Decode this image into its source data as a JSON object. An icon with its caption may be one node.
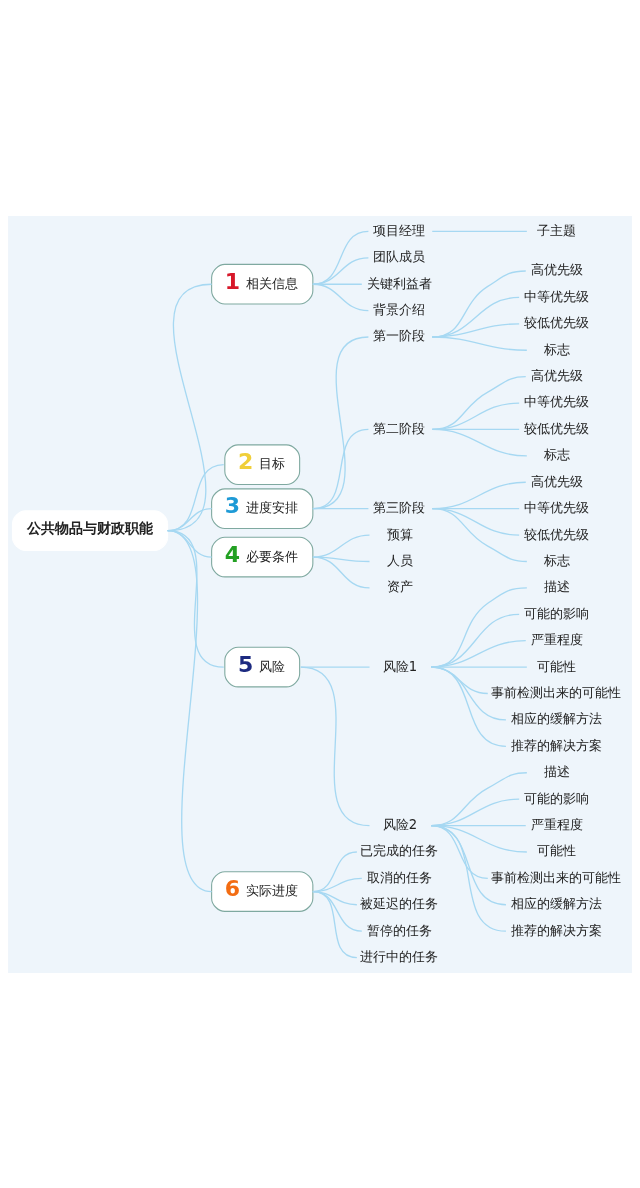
{
  "diagram": {
    "nodes": [
      {
        "text": [
          "公共物品与财政职能"
        ]
      },
      {
        "text": [
          "1",
          "相关信息"
        ]
      },
      {
        "text": [
          "项目经理"
        ]
      },
      {
        "text": [
          "子主题"
        ]
      },
      {
        "text": [
          "团队成员"
        ]
      },
      {
        "text": [
          "关键利益者"
        ]
      },
      {
        "text": [
          "背景介绍"
        ]
      },
      {
        "text": [
          "2",
          "目标"
        ]
      },
      {
        "text": [
          "3",
          "进度安排"
        ]
      },
      {
        "text": [
          "第一阶段"
        ]
      },
      {
        "text": [
          "高优先级"
        ]
      },
      {
        "text": [
          "中等优先级"
        ]
      },
      {
        "text": [
          "较低优先级"
        ]
      },
      {
        "text": [
          "标志"
        ]
      },
      {
        "text": [
          "第二阶段"
        ]
      },
      {
        "text": [
          "高优先级"
        ]
      },
      {
        "text": [
          "中等优先级"
        ]
      },
      {
        "text": [
          "较低优先级"
        ]
      },
      {
        "text": [
          "标志"
        ]
      },
      {
        "text": [
          "第三阶段"
        ]
      },
      {
        "text": [
          "高优先级"
        ]
      },
      {
        "text": [
          "中等优先级"
        ]
      },
      {
        "text": [
          "较低优先级"
        ]
      },
      {
        "text": [
          "标志"
        ]
      },
      {
        "text": [
          "4",
          "必要条件"
        ]
      },
      {
        "text": [
          "预算"
        ]
      },
      {
        "text": [
          "人员"
        ]
      },
      {
        "text": [
          "资产"
        ]
      },
      {
        "text": [
          "5",
          "风险"
        ]
      },
      {
        "text": [
          "风险1"
        ]
      },
      {
        "text": [
          "描述"
        ]
      },
      {
        "text": [
          "可能的影响"
        ]
      },
      {
        "text": [
          "严重程度"
        ]
      },
      {
        "text": [
          "可能性"
        ]
      },
      {
        "text": [
          "事前检测出来的可能性"
        ]
      },
      {
        "text": [
          "相应的缓解方法"
        ]
      },
      {
        "text": [
          "推荐的解决方案"
        ]
      },
      {
        "text": [
          "风险2"
        ]
      },
      {
        "text": [
          "描述"
        ]
      },
      {
        "text": [
          "可能的影响"
        ]
      },
      {
        "text": [
          "严重程度"
        ]
      },
      {
        "text": [
          "可能性"
        ]
      },
      {
        "text": [
          "事前检测出来的可能性"
        ]
      },
      {
        "text": [
          "相应的缓解方法"
        ]
      },
      {
        "text": [
          "推荐的解决方案"
        ]
      },
      {
        "text": [
          "6",
          "实际进度"
        ]
      },
      {
        "text": [
          "已完成的任务"
        ]
      },
      {
        "text": [
          "取消的任务"
        ]
      },
      {
        "text": [
          "被延迟的任务"
        ]
      },
      {
        "text": [
          "暂停的任务"
        ]
      },
      {
        "text": [
          "进行中的任务"
        ]
      }
    ],
    "edges": [
      {
        "from": 0,
        "to": 1,
        "arrow": "none"
      },
      {
        "from": 1,
        "to": 2,
        "arrow": "none"
      },
      {
        "from": 2,
        "to": 3,
        "arrow": "none"
      },
      {
        "from": 1,
        "to": 4,
        "arrow": "none"
      },
      {
        "from": 1,
        "to": 5,
        "arrow": "none"
      },
      {
        "from": 1,
        "to": 6,
        "arrow": "none"
      },
      {
        "from": 0,
        "to": 7,
        "arrow": "none"
      },
      {
        "from": 0,
        "to": 8,
        "arrow": "none"
      },
      {
        "from": 8,
        "to": 9,
        "arrow": "none"
      },
      {
        "from": 9,
        "to": 10,
        "arrow": "none"
      },
      {
        "from": 9,
        "to": 11,
        "arrow": "none"
      },
      {
        "from": 9,
        "to": 12,
        "arrow": "none"
      },
      {
        "from": 9,
        "to": 13,
        "arrow": "none"
      },
      {
        "from": 8,
        "to": 14,
        "arrow": "none"
      },
      {
        "from": 14,
        "to": 15,
        "arrow": "none"
      },
      {
        "from": 14,
        "to": 16,
        "arrow": "none"
      },
      {
        "from": 14,
        "to": 17,
        "arrow": "none"
      },
      {
        "from": 14,
        "to": 18,
        "arrow": "none"
      },
      {
        "from": 8,
        "to": 19,
        "arrow": "none"
      },
      {
        "from": 19,
        "to": 20,
        "arrow": "none"
      },
      {
        "from": 19,
        "to": 21,
        "arrow": "none"
      },
      {
        "from": 19,
        "to": 22,
        "arrow": "none"
      },
      {
        "from": 19,
        "to": 23,
        "arrow": "none"
      },
      {
        "from": 0,
        "to": 24,
        "arrow": "none"
      },
      {
        "from": 24,
        "to": 25,
        "arrow": "none"
      },
      {
        "from": 24,
        "to": 26,
        "arrow": "none"
      },
      {
        "from": 24,
        "to": 27,
        "arrow": "none"
      },
      {
        "from": 0,
        "to": 28,
        "arrow": "none"
      },
      {
        "from": 28,
        "to": 29,
        "arrow": "none"
      },
      {
        "from": 29,
        "to": 30,
        "arrow": "none"
      },
      {
        "from": 29,
        "to": 31,
        "arrow": "none"
      },
      {
        "from": 29,
        "to": 32,
        "arrow": "none"
      },
      {
        "from": 29,
        "to": 33,
        "arrow": "none"
      },
      {
        "from": 29,
        "to": 34,
        "arrow": "none"
      },
      {
        "from": 29,
        "to": 35,
        "arrow": "none"
      },
      {
        "from": 29,
        "to": 36,
        "arrow": "none"
      },
      {
        "from": 28,
        "to": 37,
        "arrow": "none"
      },
      {
        "from": 37,
        "to": 38,
        "arrow": "none"
      },
      {
        "from": 37,
        "to": 39,
        "arrow": "none"
      },
      {
        "from": 37,
        "to": 40,
        "arrow": "none"
      },
      {
        "from": 37,
        "to": 41,
        "arrow": "none"
      },
      {
        "from": 37,
        "to": 42,
        "arrow": "none"
      },
      {
        "from": 37,
        "to": 43,
        "arrow": "none"
      },
      {
        "from": 37,
        "to": 44,
        "arrow": "none"
      },
      {
        "from": 0,
        "to": 45,
        "arrow": "none"
      },
      {
        "from": 45,
        "to": 46,
        "arrow": "none"
      },
      {
        "from": 45,
        "to": 47,
        "arrow": "none"
      },
      {
        "from": 45,
        "to": 48,
        "arrow": "none"
      },
      {
        "from": 45,
        "to": 49,
        "arrow": "none"
      },
      {
        "from": 45,
        "to": 50,
        "arrow": "none"
      }
    ]
  }
}
